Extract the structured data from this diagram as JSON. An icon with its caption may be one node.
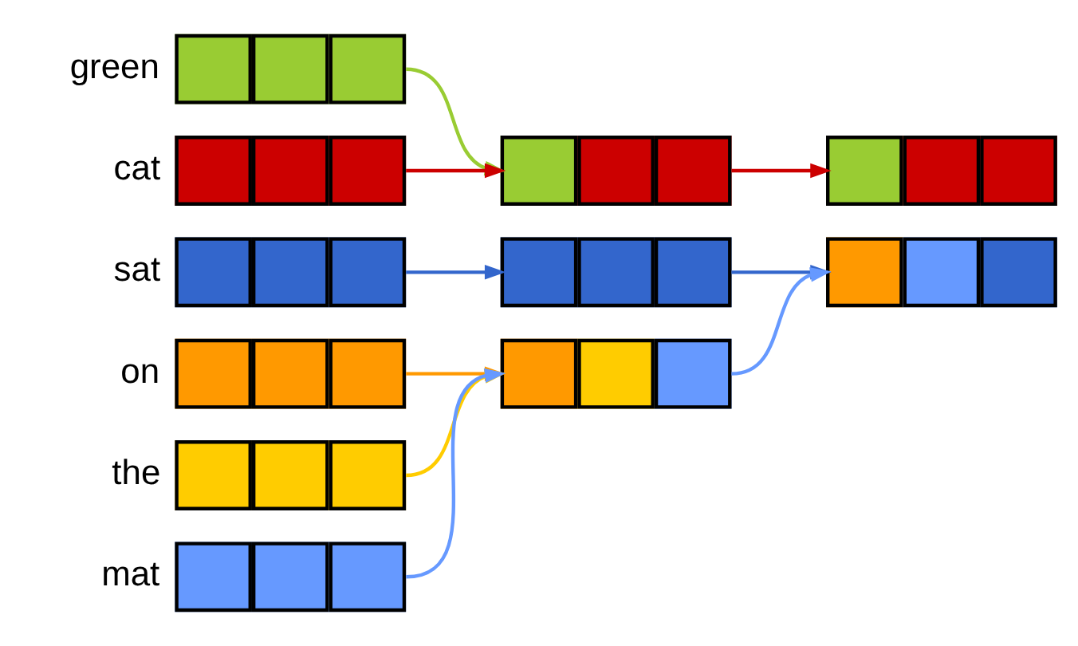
{
  "diagram": {
    "nodes": [
      {
        "text": [],
        "shape": "box",
        "beside": [
          "green"
        ]
      },
      {
        "text": [],
        "shape": "box",
        "beside": [
          "cat"
        ]
      },
      {
        "text": [],
        "shape": "box",
        "beside": [
          "sat"
        ]
      },
      {
        "text": [],
        "shape": "box",
        "beside": [
          "on"
        ]
      },
      {
        "text": [],
        "shape": "box",
        "beside": [
          "the"
        ]
      },
      {
        "text": [],
        "shape": "box",
        "beside": [
          "mat"
        ]
      },
      {
        "text": [],
        "shape": "box"
      },
      {
        "text": [],
        "shape": "box"
      },
      {
        "text": [],
        "shape": "box"
      },
      {
        "text": [],
        "shape": "box"
      },
      {
        "text": [],
        "shape": "box"
      }
    ],
    "edges": [
      {
        "from": 0,
        "to": 6,
        "arrow": "to",
        "color": "#99cc33"
      },
      {
        "from": 1,
        "to": 6,
        "arrow": "to",
        "color": "#cc0000"
      },
      {
        "from": 2,
        "to": 7,
        "arrow": "to",
        "color": "#3366cc"
      },
      {
        "from": 3,
        "to": 8,
        "arrow": "to",
        "color": "#ff9900"
      },
      {
        "from": 4,
        "to": 8,
        "arrow": "to",
        "color": "#ffcc00"
      },
      {
        "from": 5,
        "to": 8,
        "arrow": "to",
        "color": "#6699ff"
      },
      {
        "from": 6,
        "to": 9,
        "arrow": "to",
        "color": "#cc0000"
      },
      {
        "from": 7,
        "to": 10,
        "arrow": "to",
        "color": "#3366cc"
      },
      {
        "from": 8,
        "to": 10,
        "arrow": "to",
        "color": "#6699ff"
      }
    ]
  }
}
